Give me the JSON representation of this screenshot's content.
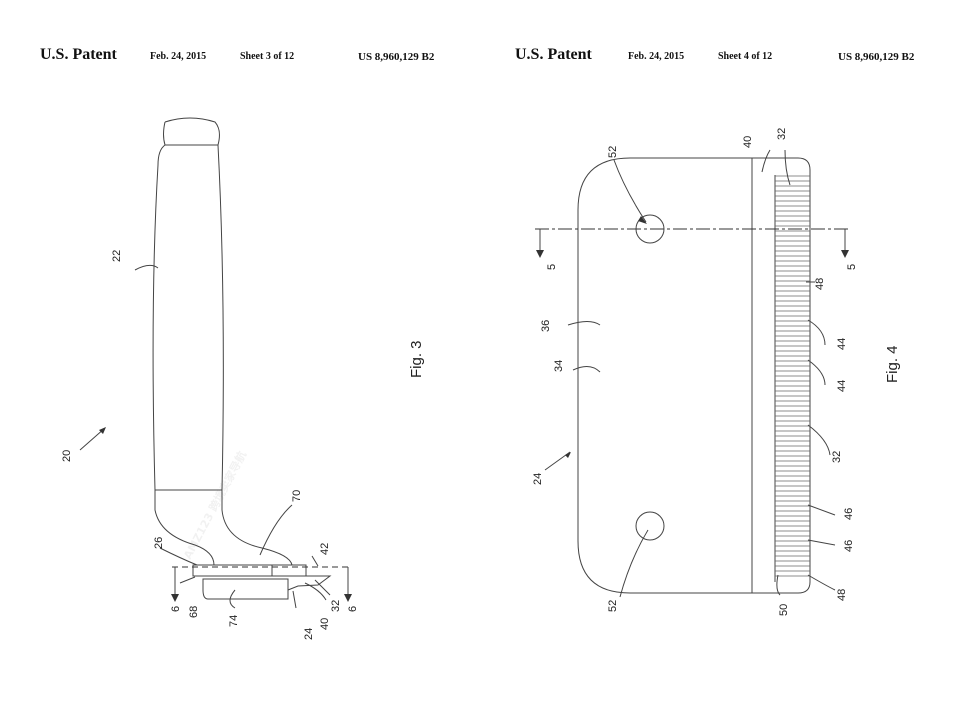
{
  "left_sheet": {
    "title": "U.S. Patent",
    "date": "Feb. 24, 2015",
    "sheet": "Sheet 3 of 12",
    "patent_no": "US 8,960,129 B2",
    "figure": "Fig. 3",
    "labels": {
      "l20": "20",
      "l22": "22",
      "l26": "26",
      "l70": "70",
      "l42": "42",
      "l6a": "6",
      "l6b": "6",
      "l68": "68",
      "l74": "74",
      "l24": "24",
      "l40": "40",
      "l32": "32"
    }
  },
  "right_sheet": {
    "title": "U.S. Patent",
    "date": "Feb. 24, 2015",
    "sheet": "Sheet 4 of 12",
    "patent_no": "US 8,960,129 B2",
    "figure": "Fig. 4",
    "labels": {
      "l52a": "52",
      "l40": "40",
      "l32a": "32",
      "l5a": "5",
      "l5b": "5",
      "l48a": "48",
      "l36": "36",
      "l34": "34",
      "l44a": "44",
      "l44b": "44",
      "l24": "24",
      "l32b": "32",
      "l46a": "46",
      "l46b": "46",
      "l52b": "52",
      "l50": "50",
      "l48b": "48"
    }
  },
  "watermark": "AMZ123 跨境卖家导航"
}
